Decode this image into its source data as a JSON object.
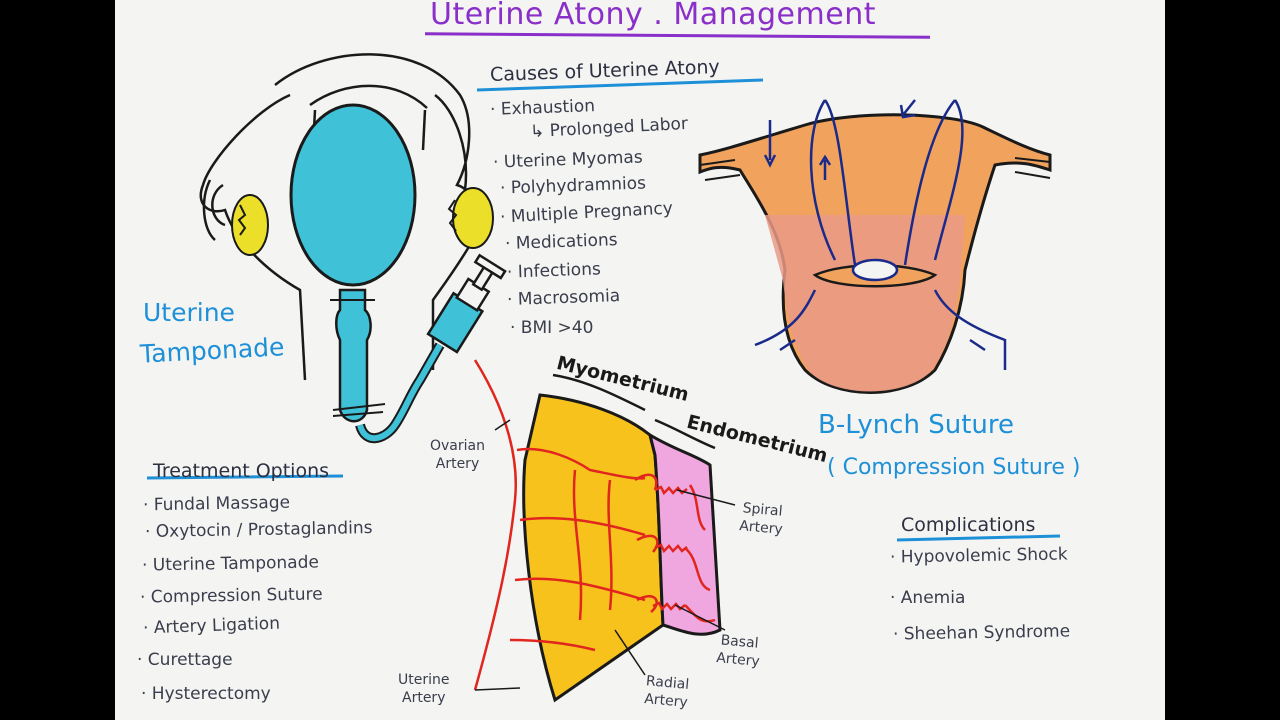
{
  "title": "Uterine Atony . Management",
  "causes": {
    "heading": "Causes of Uterine Atony",
    "items": [
      "Exhaustion",
      "↳ Prolonged Labor",
      "Uterine Myomas",
      "Polyhydramnios",
      "Multiple Pregnancy",
      "Medications",
      "Infections",
      "Macrosomia",
      "BMI >40"
    ]
  },
  "tamponade_label": [
    "Uterine",
    "Tamponade"
  ],
  "treatment": {
    "heading": "Treatment Options",
    "items": [
      "Fundal Massage",
      "Oxytocin / Prostaglandins",
      "Uterine Tamponade",
      "Compression Suture",
      "Artery Ligation",
      "Curettage",
      "Hysterectomy"
    ]
  },
  "blynch": {
    "line1": "B-Lynch Suture",
    "line2": "( Compression Suture )"
  },
  "complications": {
    "heading": "Complications",
    "items": [
      "Hypovolemic Shock",
      "Anemia",
      "Sheehan Syndrome"
    ]
  },
  "anatomy": {
    "myometrium": "Myometrium",
    "endometrium": "Endometrium",
    "ovarian_artery": "Ovarian\nArtery",
    "spiral_artery": "Spiral\nArtery",
    "basal_artery": "Basal\nArtery",
    "radial_artery": "Radial\nArtery",
    "uterine_artery": "Uterine\nArtery"
  },
  "colors": {
    "title": "#8a2fc9",
    "heading_underline": "#1e90d8",
    "balloon": "#3fc1d8",
    "ovary": "#ecdf2a",
    "uterus_orange": "#f1a25c",
    "uterus_pink": "#ea9a86",
    "myometrium": "#f7c21c",
    "endometrium": "#f0a6de",
    "artery": "#e0261e",
    "suture": "#1a2a8a"
  }
}
